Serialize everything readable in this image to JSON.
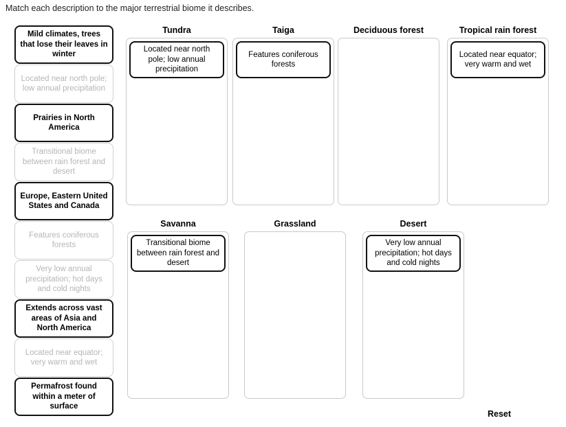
{
  "prompt": "Match each description to the major terrestrial biome it describes.",
  "reset_label": "Reset",
  "colors": {
    "active_border": "#111111",
    "used_border": "#cfcfcf",
    "used_text": "#b6b6b6",
    "zone_border": "#c9c9c9",
    "page_background": "#ffffff"
  },
  "source_bank": {
    "items": [
      {
        "text": "Mild climates, trees that lose their leaves in winter",
        "state": "available"
      },
      {
        "text": "Located near north pole; low annual precipitation",
        "state": "used"
      },
      {
        "text": "Prairies in North America",
        "state": "available"
      },
      {
        "text": "Transitional biome between rain forest and desert",
        "state": "used"
      },
      {
        "text": "Europe, Eastern United States and Canada",
        "state": "available"
      },
      {
        "text": "Features coniferous forests",
        "state": "used"
      },
      {
        "text": "Very low annual precipitation; hot days and cold nights",
        "state": "used"
      },
      {
        "text": "Extends across vast areas of Asia and North America",
        "state": "available"
      },
      {
        "text": "Located near equator; very warm and wet",
        "state": "used"
      },
      {
        "text": "Permafrost found within a meter of surface",
        "state": "available"
      }
    ]
  },
  "zones": [
    {
      "title": "Tundra",
      "card": "Located near north pole; low annual precipitation"
    },
    {
      "title": "Taiga",
      "card": "Features coniferous forests"
    },
    {
      "title": "Deciduous forest",
      "card": ""
    },
    {
      "title": "Tropical rain forest",
      "card": "Located near equator; very warm and wet"
    },
    {
      "title": "Savanna",
      "card": "Transitional biome between rain forest and desert"
    },
    {
      "title": "Grassland",
      "card": ""
    },
    {
      "title": "Desert",
      "card": "Very low annual precipitation; hot days and cold nights"
    }
  ]
}
